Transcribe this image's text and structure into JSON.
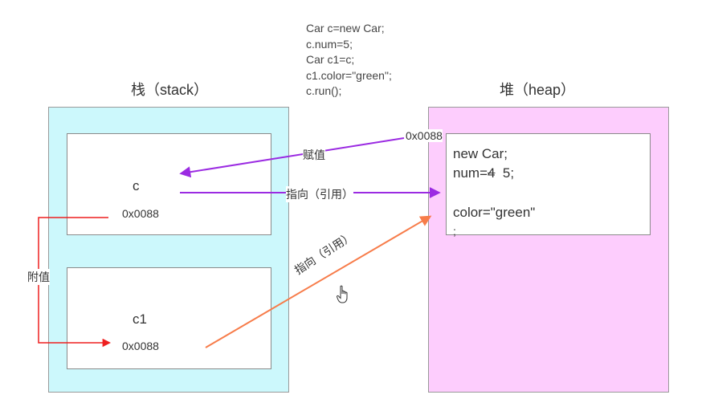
{
  "code_lines": [
    "Car c=new Car;",
    "c.num=5;",
    "Car c1=c;",
    "c1.color=\"green\";",
    "c.run();"
  ],
  "stack": {
    "title": "栈（stack）",
    "var_c": {
      "name": "c",
      "address": "0x0088"
    },
    "var_c1": {
      "name": "c1",
      "address": "0x0088"
    }
  },
  "heap": {
    "title": "堆（heap）",
    "object": {
      "line1": "new Car;",
      "num_prefix": "num=",
      "num_old": "4",
      "num_new": "  5;",
      "color_line": "color=\"green\"",
      "trailing": ";"
    }
  },
  "labels": {
    "assign_address": "0x0088",
    "assign": "赋值",
    "reference_1": "指向（引用）",
    "reference_2": "指向（引用）",
    "copy_value": "附值"
  },
  "colors": {
    "stack_bg": "#ccf8fc",
    "heap_bg": "#fdcdfd",
    "assign_arrow": "#9b2be2",
    "reference_arrow": "#9b2be2",
    "reference2_arrow": "#f77c4a",
    "copy_arrow": "#ee1f1f"
  },
  "icons": {
    "cursor": "hand-pointer-icon"
  }
}
